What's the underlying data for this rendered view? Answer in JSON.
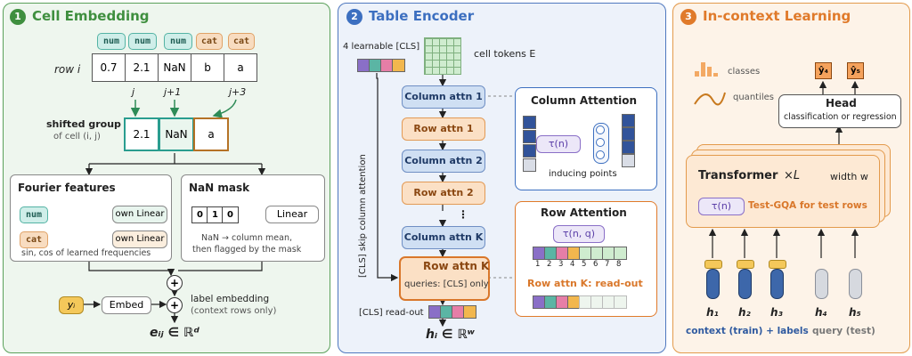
{
  "panel1": {
    "num": "1",
    "title": "Cell Embedding",
    "types": [
      "num",
      "num",
      "num",
      "cat",
      "cat"
    ],
    "row_label": "row i",
    "row_cells": [
      "0.7",
      "2.1",
      "NaN",
      "b",
      "a"
    ],
    "col_labels": [
      "j",
      "j+1",
      "j+3"
    ],
    "shifted_title": "shifted group",
    "shifted_sub": "of cell (i, j)",
    "shifted_cells": [
      "2.1",
      "NaN",
      "a"
    ],
    "fourier_title": "Fourier features",
    "fourier_rows": [
      {
        "tag": "num",
        "linear": "own Linear"
      },
      {
        "tag": "cat",
        "linear": "own Linear"
      }
    ],
    "fourier_caption": "sin, cos of learned frequencies",
    "nan_title": "NaN mask",
    "nan_bits": [
      "0",
      "1",
      "0"
    ],
    "nan_linear": "Linear",
    "nan_caption_1": "NaN → column mean,",
    "nan_caption_2": "then flagged by the mask",
    "plus": "+",
    "y_label": "yᵢ",
    "embed": "Embed",
    "label_emb_1": "label embedding",
    "label_emb_2": "(context rows only)",
    "output": "eᵢⱼ ∈ ℝᵈ"
  },
  "panel2": {
    "num": "2",
    "title": "Table Encoder",
    "cls_label": "4 learnable [CLS]",
    "cell_tokens": "cell tokens E",
    "skip_label": "[CLS] skip column attention",
    "blocks": [
      "Column attn 1",
      "Row attn 1",
      "Column attn 2",
      "Row attn 2",
      "⋮",
      "Column attn K"
    ],
    "last_block": "Row attn K",
    "last_block_sub": "queries: [CLS] only",
    "readout_label": "[CLS] read-out",
    "output": "hᵢ ∈ ℝʷ",
    "col_att_title": "Column Attention",
    "col_att_tau": "τ(n)",
    "col_att_caption": "inducing points",
    "row_att_title": "Row Attention",
    "row_att_tau": "τ(n, q)",
    "row_att_numbers": [
      "1",
      "2",
      "3",
      "4",
      "5",
      "6",
      "7",
      "8"
    ],
    "readout_title": "Row attn K: read-out"
  },
  "panel3": {
    "num": "3",
    "title": "In-context Learning",
    "classes": "classes",
    "quantiles": "quantiles",
    "outputs": [
      "ŷ₄",
      "ŷ₅"
    ],
    "head_title": "Head",
    "head_sub": "classification or regression",
    "transformer": "Transformer",
    "times_l": "×L",
    "width": "width w",
    "gqa_tau": "τ(n)",
    "gqa_label": "Test-GQA for test rows",
    "tokens": [
      "h₁",
      "h₂",
      "h₃",
      "h₄",
      "h₅"
    ],
    "context_label": "context (train) + labels",
    "query_label": "query (test)"
  },
  "colors": {
    "green_panel": "#eef6ee",
    "blue_panel": "#edf2fa",
    "orange_panel": "#fdf3e8",
    "green_accent": "#3f8f3f",
    "blue_accent": "#3c6fc0",
    "orange_accent": "#e07a2a",
    "teal": "#54b3a4",
    "cls_tokens": [
      "#8a6fc7",
      "#5bb5a4",
      "#e67ea7",
      "#f2b74e"
    ]
  }
}
